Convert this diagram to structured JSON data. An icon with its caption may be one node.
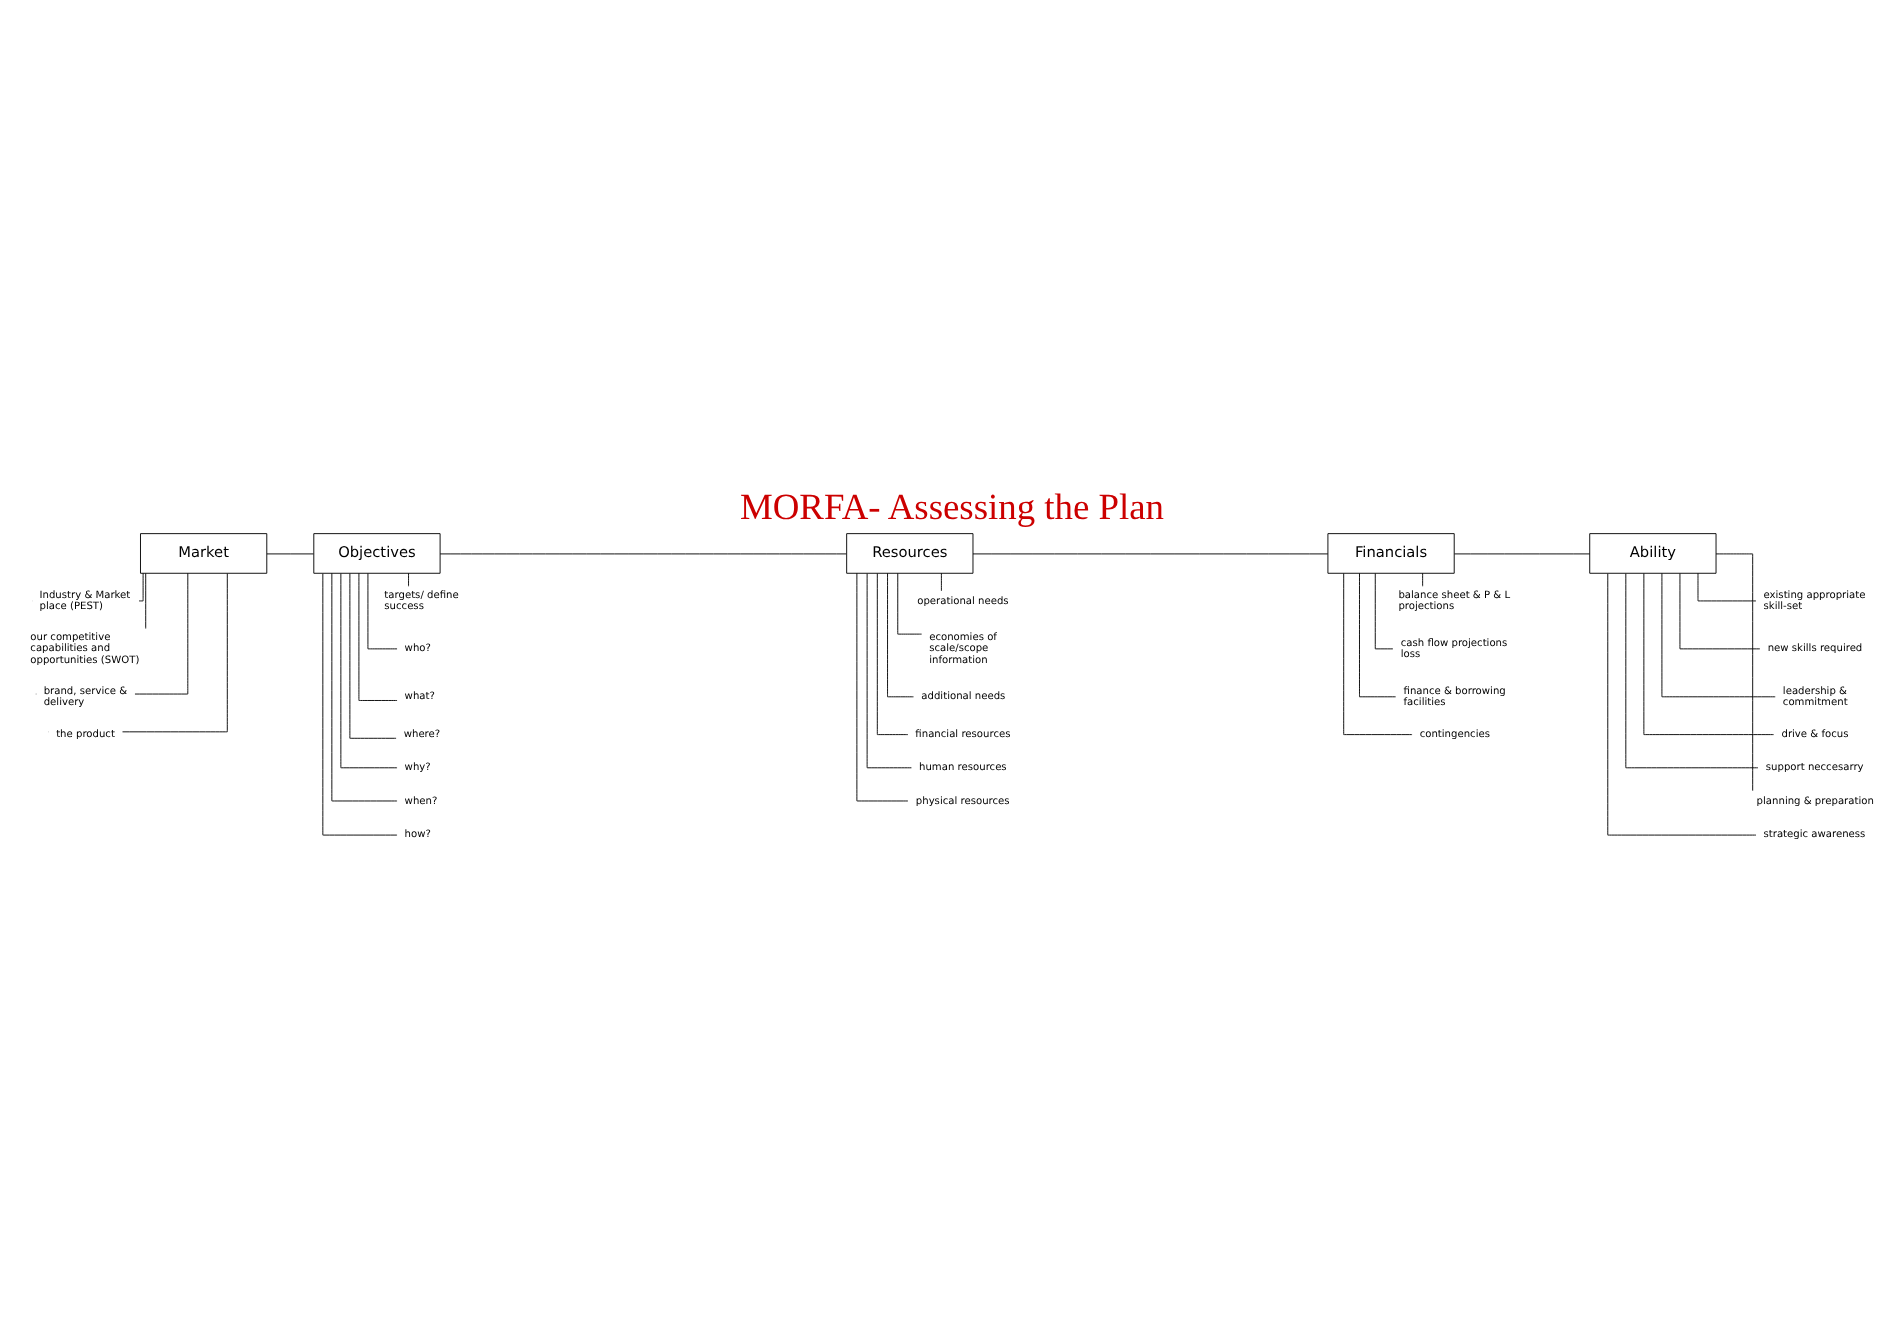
{
  "diagram": {
    "title": "MORFA- Assessing the Plan",
    "nodes": [
      {
        "text": [
          "Market"
        ]
      },
      {
        "text": [
          "Industry & Market place (PEST)"
        ]
      },
      {
        "text": [
          "our competitive capabilities and opportunities (SWOT)"
        ]
      },
      {
        "text": [
          "brand, service & delivery"
        ]
      },
      {
        "text": [
          "the product"
        ]
      },
      {
        "text": [
          "Objectives"
        ]
      },
      {
        "text": [
          "targets/ define success"
        ]
      },
      {
        "text": [
          "who?"
        ]
      },
      {
        "text": [
          "what?"
        ]
      },
      {
        "text": [
          "where?"
        ]
      },
      {
        "text": [
          "why?"
        ]
      },
      {
        "text": [
          "when?"
        ]
      },
      {
        "text": [
          "how?"
        ]
      },
      {
        "text": [
          "Resources"
        ]
      },
      {
        "text": [
          "operational needs"
        ]
      },
      {
        "text": [
          "economies of scale/scope information"
        ]
      },
      {
        "text": [
          "additional needs"
        ]
      },
      {
        "text": [
          "financial resources"
        ]
      },
      {
        "text": [
          "human resources"
        ]
      },
      {
        "text": [
          "physical resources"
        ]
      },
      {
        "text": [
          "Financials"
        ]
      },
      {
        "text": [
          "balance sheet & P & L projections"
        ]
      },
      {
        "text": [
          "cash flow projections loss"
        ]
      },
      {
        "text": [
          "finance & borrowing facilities"
        ]
      },
      {
        "text": [
          "contingencies"
        ]
      },
      {
        "text": [
          "Ability"
        ]
      },
      {
        "text": [
          "existing appropriate skill-set"
        ]
      },
      {
        "text": [
          "new skills required"
        ]
      },
      {
        "text": [
          "leadership & commitment"
        ]
      },
      {
        "text": [
          "drive & focus"
        ]
      },
      {
        "text": [
          "support neccesarry"
        ]
      },
      {
        "text": [
          "planning & preparation"
        ]
      },
      {
        "text": [
          "strategic awareness"
        ]
      }
    ],
    "edges": [
      {
        "from": 0,
        "to": 5,
        "arrow": "none"
      },
      {
        "from": 5,
        "to": 13,
        "arrow": "none"
      },
      {
        "from": 13,
        "to": 20,
        "arrow": "none"
      },
      {
        "from": 20,
        "to": 25,
        "arrow": "none"
      },
      {
        "from": 0,
        "to": 1,
        "arrow": "none"
      },
      {
        "from": 0,
        "to": 2,
        "arrow": "none"
      },
      {
        "from": 0,
        "to": 3,
        "arrow": "none"
      },
      {
        "from": 0,
        "to": 4,
        "arrow": "none"
      },
      {
        "from": 5,
        "to": 6,
        "arrow": "none"
      },
      {
        "from": 5,
        "to": 7,
        "arrow": "none"
      },
      {
        "from": 5,
        "to": 8,
        "arrow": "none"
      },
      {
        "from": 5,
        "to": 9,
        "arrow": "none"
      },
      {
        "from": 5,
        "to": 10,
        "arrow": "none"
      },
      {
        "from": 5,
        "to": 11,
        "arrow": "none"
      },
      {
        "from": 5,
        "to": 12,
        "arrow": "none"
      },
      {
        "from": 13,
        "to": 14,
        "arrow": "none"
      },
      {
        "from": 13,
        "to": 15,
        "arrow": "none"
      },
      {
        "from": 13,
        "to": 16,
        "arrow": "none"
      },
      {
        "from": 13,
        "to": 17,
        "arrow": "none"
      },
      {
        "from": 13,
        "to": 18,
        "arrow": "none"
      },
      {
        "from": 13,
        "to": 19,
        "arrow": "none"
      },
      {
        "from": 20,
        "to": 21,
        "arrow": "none"
      },
      {
        "from": 20,
        "to": 22,
        "arrow": "none"
      },
      {
        "from": 20,
        "to": 23,
        "arrow": "none"
      },
      {
        "from": 20,
        "to": 24,
        "arrow": "none"
      },
      {
        "from": 25,
        "to": 26,
        "arrow": "none"
      },
      {
        "from": 25,
        "to": 27,
        "arrow": "none"
      },
      {
        "from": 25,
        "to": 28,
        "arrow": "none"
      },
      {
        "from": 25,
        "to": 29,
        "arrow": "none"
      },
      {
        "from": 25,
        "to": 30,
        "arrow": "none"
      },
      {
        "from": 25,
        "to": 31,
        "arrow": "none"
      },
      {
        "from": 25,
        "to": 32,
        "arrow": "none"
      }
    ]
  }
}
